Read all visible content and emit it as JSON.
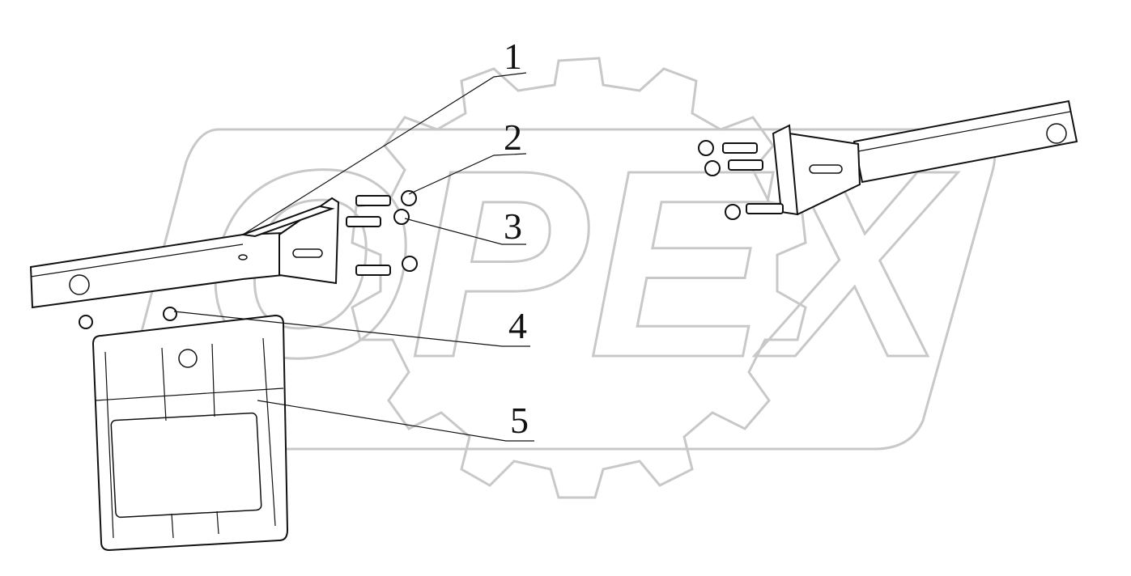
{
  "watermark": {
    "text": "OPEX"
  },
  "callouts": [
    {
      "number": "1"
    },
    {
      "number": "2"
    },
    {
      "number": "3"
    },
    {
      "number": "4"
    },
    {
      "number": "5"
    }
  ]
}
